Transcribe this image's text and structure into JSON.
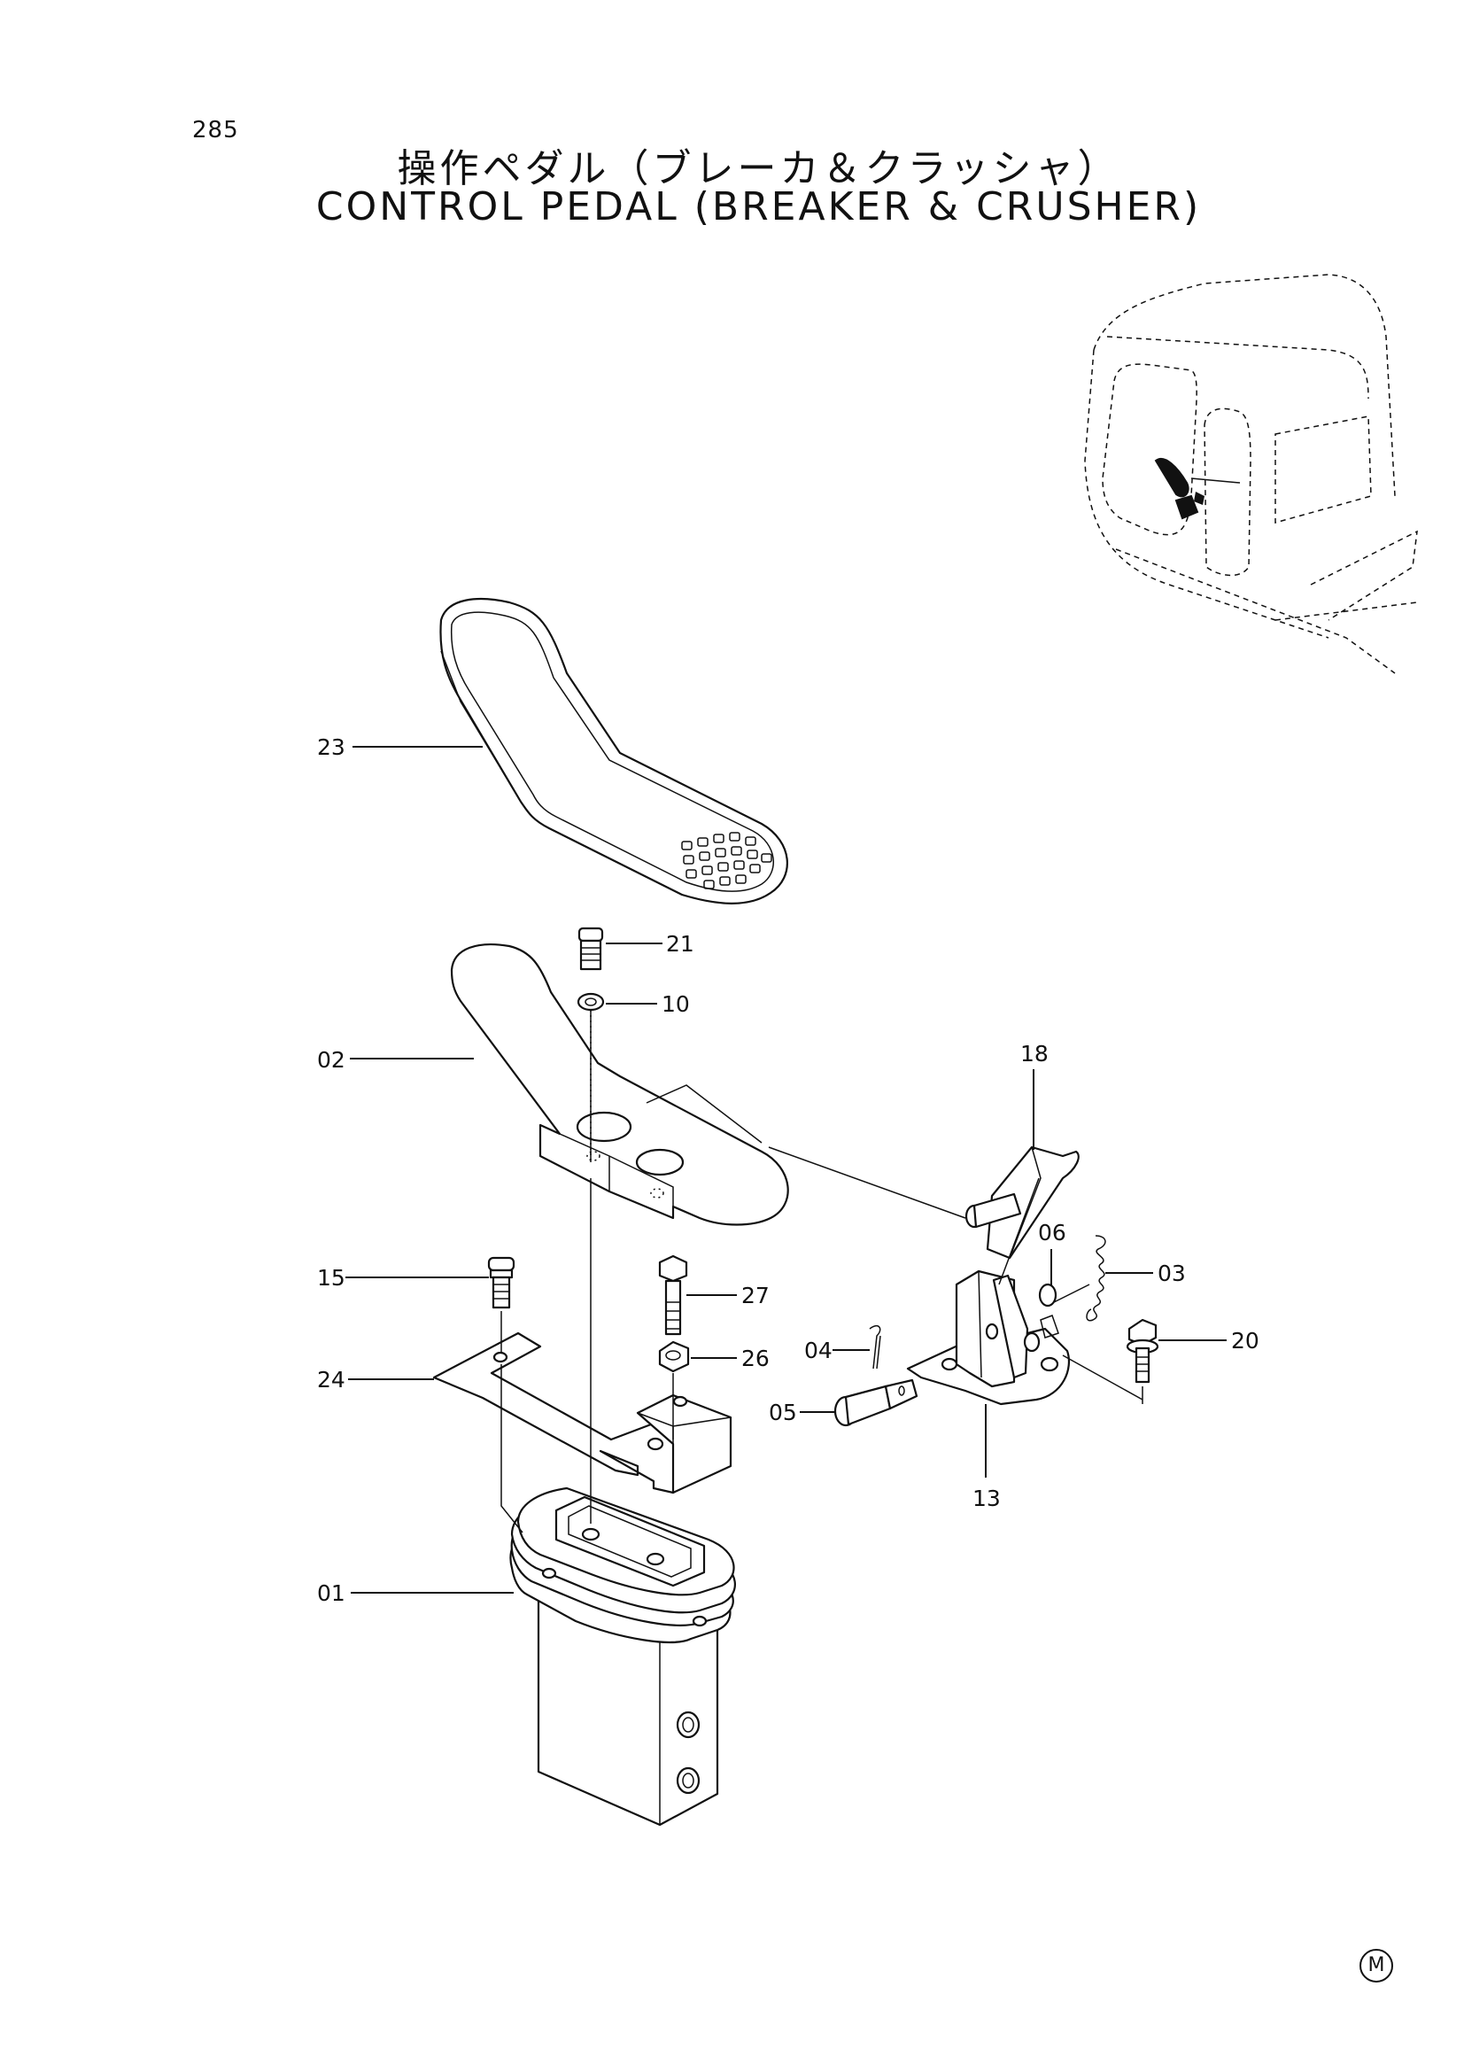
{
  "page_number": "285",
  "title_jp": "操作ペダル（ブレーカ＆クラッシャ）",
  "title_en": "CONTROL PEDAL (BREAKER & CRUSHER)",
  "mark": "M",
  "callouts": {
    "p23": "23",
    "p21": "21",
    "p10": "10",
    "p02": "02",
    "p18": "18",
    "p15": "15",
    "p27": "27",
    "p06": "06",
    "p03": "03",
    "p20": "20",
    "p04": "04",
    "p26": "26",
    "p24": "24",
    "p05": "05",
    "p13": "13",
    "p01": "01"
  }
}
